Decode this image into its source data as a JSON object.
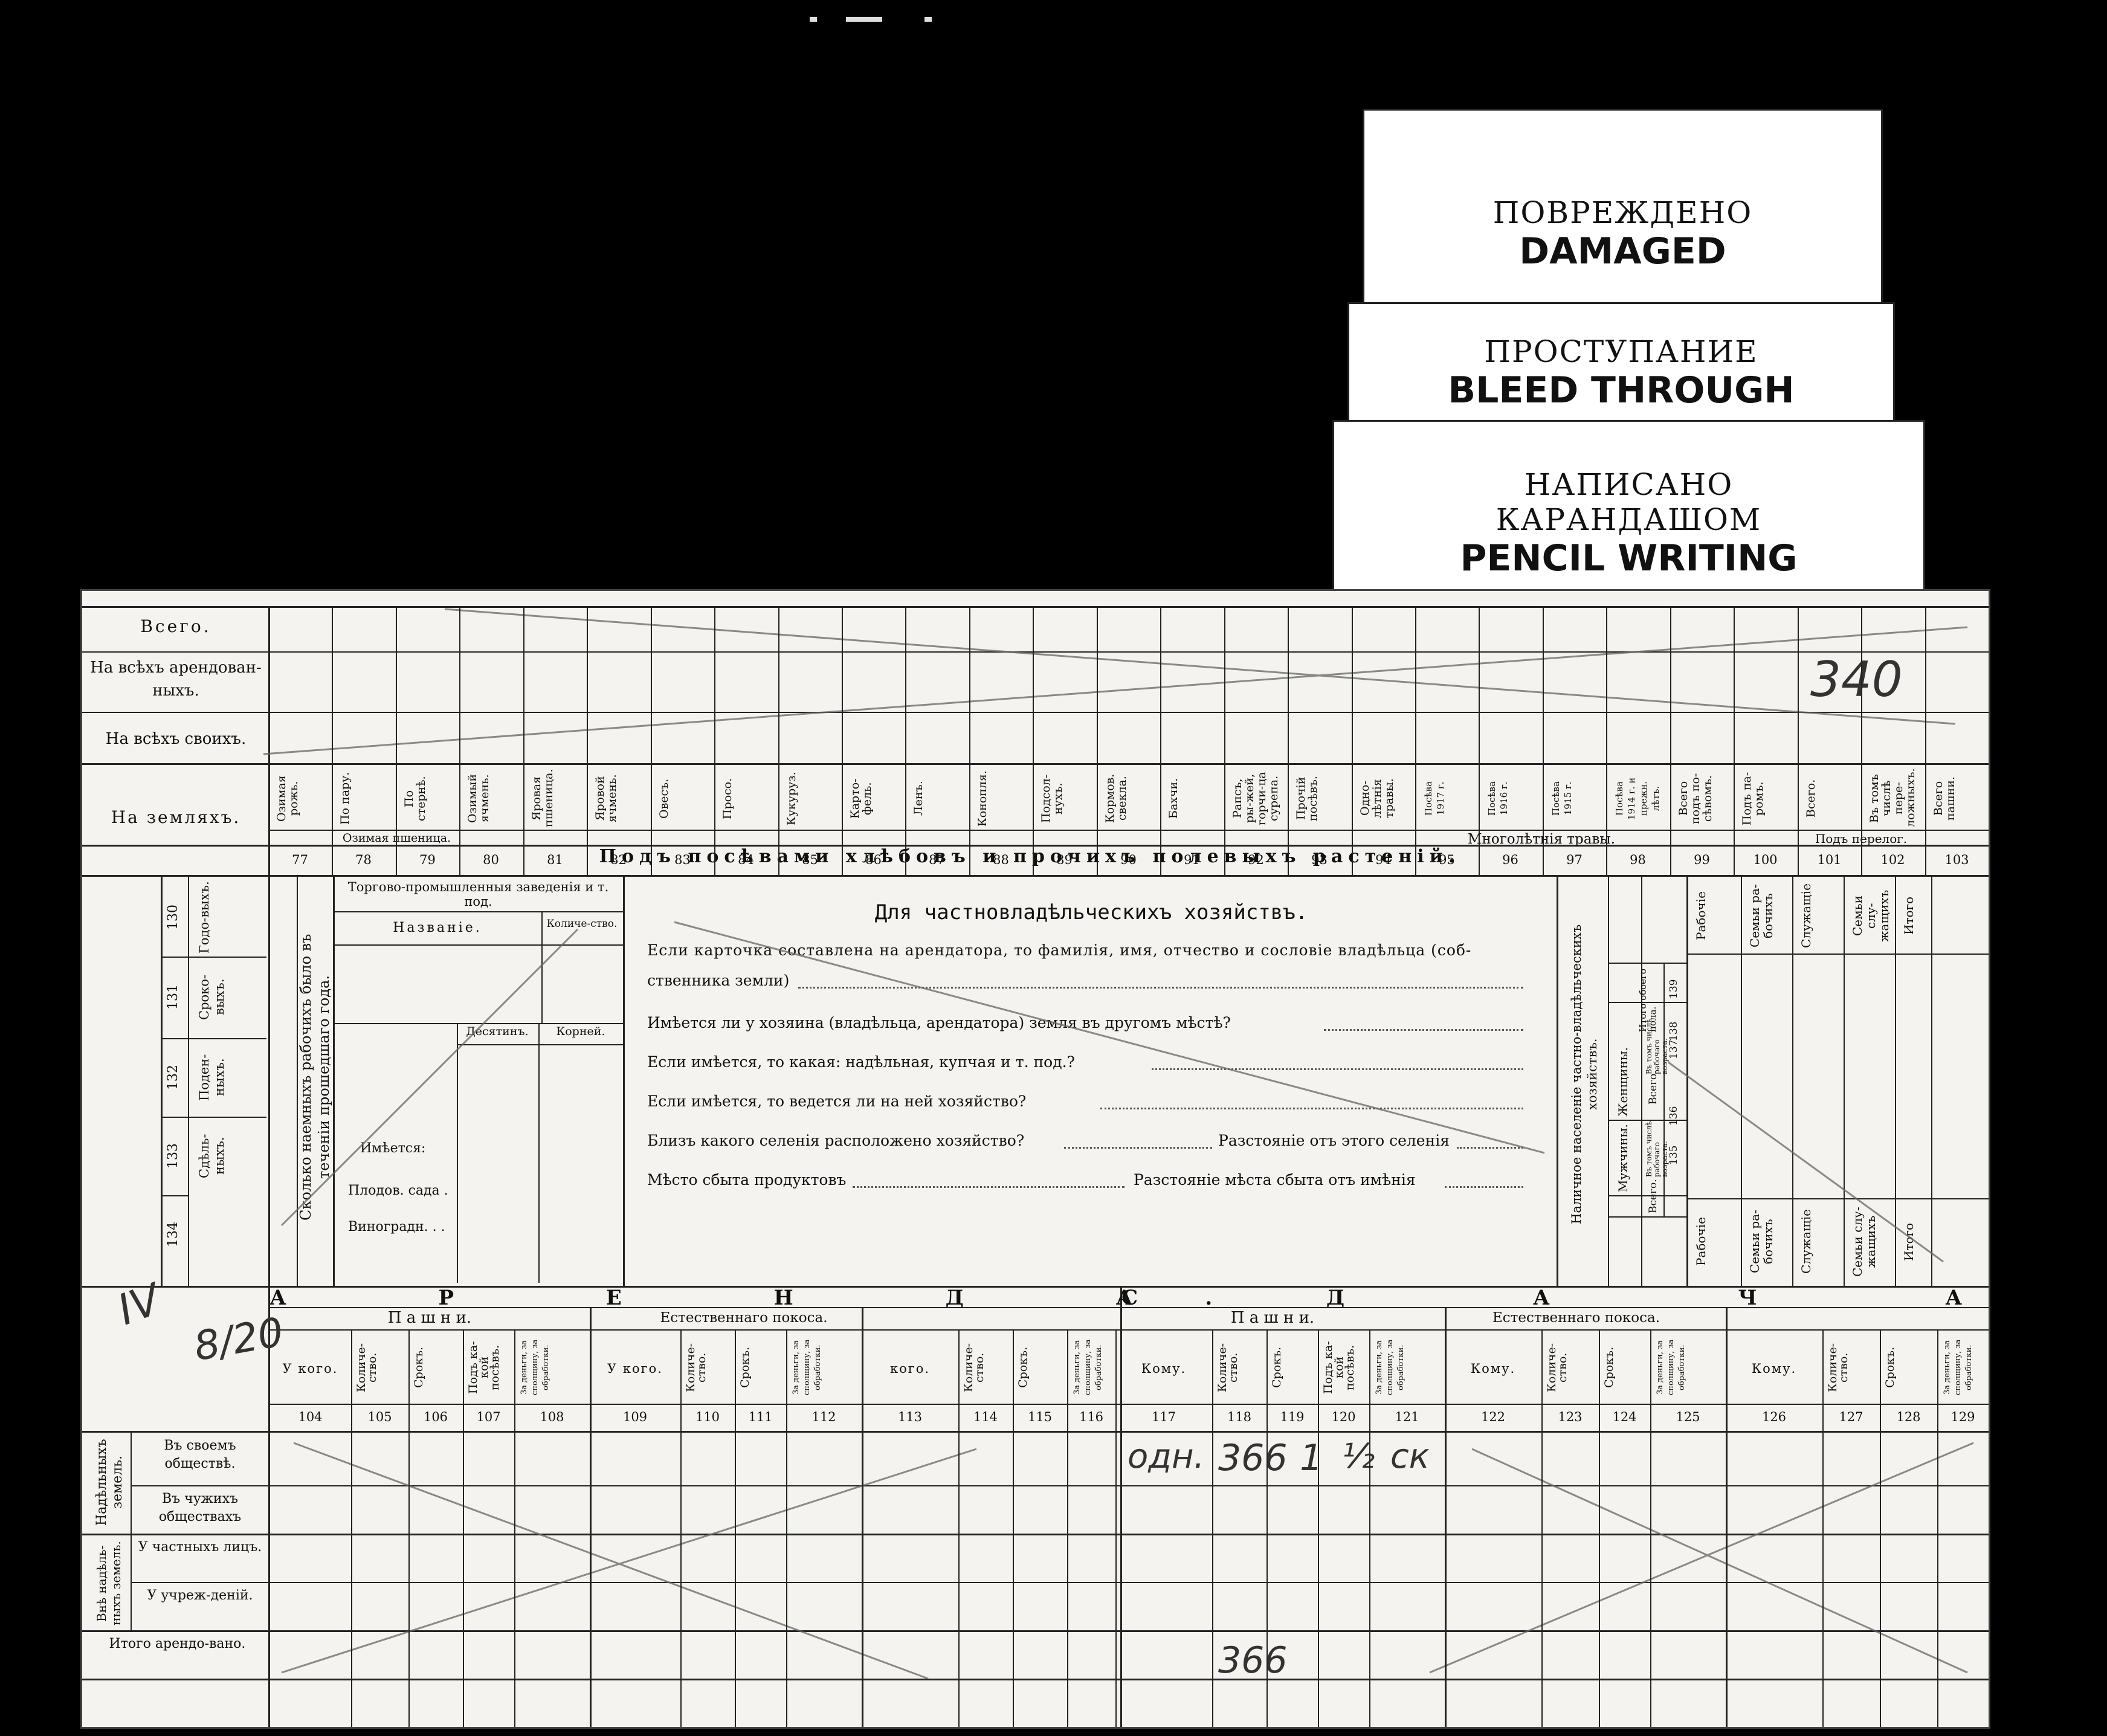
{
  "tags": [
    {
      "ru": "ПОВРЕЖДЕНО",
      "en": "DAMAGED"
    },
    {
      "ru": "ПРОСТУПАНИЕ",
      "en": "BLEED THROUGH"
    },
    {
      "ru": "НАПИСАНО",
      "ru2": "КАРАНДАШОМ",
      "en": "PENCIL WRITING"
    }
  ],
  "top": {
    "rows": [
      "Всего.",
      "На всѣхъ арендован-",
      "ныхъ.",
      "На всѣхъ своихъ.",
      "На земляхъ."
    ],
    "crop_headers": [
      "Озимая рожь.",
      "По пару.",
      "По стернѣ.",
      "Озимый ячмень.",
      "Яровая пшеница.",
      "Яровой ячмень.",
      "Овесъ.",
      "Просо.",
      "Кукуруз.",
      "Карто-фель.",
      "Ленъ.",
      "Конопля.",
      "Подсол-нухъ.",
      "Кормов. свекла.",
      "Бахчи.",
      "Рапсъ, ры-жей, горчи-ца сурепа.",
      "Прочій посѣвъ.",
      "Одно-лѣтнія травы.",
      "Посѣва 1917 г.",
      "Посѣва 1916 г.",
      "Посѣва 1915 г.",
      "Посѣва 1914 г. и прежн. лѣтъ.",
      "Всего подъ по-сѣвомъ.",
      "Подъ па-ромъ.",
      "Всего.",
      "Въ томъ числѣ пере-ложныхъ.",
      "Всего пашни."
    ],
    "ozimaya": "Озимая пшеница.",
    "mnogolet": "Многолѣтнія травы.",
    "perelog": "Подъ перелог.",
    "banner": "Подъ посѣвами хлѣбовъ и прочихъ полевыхъ растеній.",
    "numbers": [
      "77",
      "78",
      "79",
      "80",
      "81",
      "82",
      "83",
      "84",
      "85",
      "86",
      "87",
      "88",
      "89",
      "90",
      "91",
      "92",
      "93",
      "94",
      "95",
      "96",
      "97",
      "98",
      "99",
      "100",
      "101",
      "102",
      "103"
    ],
    "pencil": "340"
  },
  "middle": {
    "left_nums": [
      "130",
      "131",
      "132",
      "133",
      "134"
    ],
    "left_labels": [
      "Годо-выхъ.",
      "Сроко-выхъ.",
      "Поден-ныхъ.",
      "Сдѣль-ныхъ."
    ],
    "hired": "Сколько наемныхъ рабочихъ было въ теченіи прошедшаго года.",
    "trade_title": "Торгово-промышленныя заведенія и т. под.",
    "trade_name": "Названіе.",
    "trade_count": "Количе-ство.",
    "has": "Имѣется:",
    "desyatin": "Десятинъ.",
    "korney": "Корней.",
    "gardens": "Плодов. сада .",
    "vineyards": "Виноградн. . .",
    "title": "Для частновладѣльческихъ хозяйствъ.",
    "q1a": "Если карточка составлена на арендатора, то фамилія, имя, отчество и сословіе владѣльца (соб-",
    "q1b": "ственника земли)",
    "q2": "Имѣется ли у хозяина (владѣльца, арендатора) земля въ другомъ мѣстѣ?",
    "q3": "Если имѣется, то какая: надѣльная, купчая и т. под.?",
    "q4": "Если имѣется, то ведется ли на ней хозяйство?",
    "q5": "Близъ какого селенія расположено хозяйство?",
    "q5b": "Разстояніе отъ этого селенія",
    "q6": "Мѣсто сбыта продуктовъ",
    "q6b": "Разстояніе мѣста сбыта отъ имѣнія",
    "population": "Наличное населеніе частно-владѣльческихъ хозяйствъ.",
    "men": "Мужчины.",
    "women": "Женщины.",
    "vsego": "Всего.",
    "in_count": "Въ томъ числѣ рабочаго возраста.",
    "total_both": "Итого обоего пола.",
    "pop_nums": [
      "135",
      "136",
      "137",
      "138",
      "139"
    ],
    "right_cols": [
      "Рабочіе",
      "Семьи ра-бочихъ",
      "Служащіе",
      "Семьи слу-жащихъ",
      "Итого"
    ]
  },
  "bottom": {
    "arenda": "А Р Е Н Д А.",
    "sdacha": "С Д А Ч А.",
    "pashni": "П а ш н и.",
    "pokos": "Естественнаго покоса.",
    "col_heads": [
      "У кого.",
      "Количе-ство.",
      "Срокъ.",
      "Подъ ка-кой посѣвъ.",
      "За деньги, за сполщину, за обработки.",
      "У кого.",
      "Количе-ство.",
      "Срокъ.",
      "За деньги, за сполщину, за обработки.",
      "кого.",
      "Количе-ство.",
      "Срокъ.",
      "За деньги, за сполщину, за обработки.",
      "Кому.",
      "Количе-ство.",
      "Срокъ.",
      "Подъ ка-кой посѣвъ.",
      "За деньги, за сполщину, за обработки.",
      "Кому.",
      "Количе-ство.",
      "Срокъ.",
      "За деньги, за сполщину, за обработки.",
      "Кому.",
      "Количе-ство.",
      "Срокъ.",
      "За деньги, за сполщину, за обработки."
    ],
    "numbers": [
      "104",
      "105",
      "106",
      "107",
      "108",
      "109",
      "110",
      "111",
      "112",
      "113",
      "114",
      "115",
      "116",
      "117",
      "118",
      "119",
      "120",
      "121",
      "122",
      "123",
      "124",
      "125",
      "126",
      "127",
      "128",
      "129"
    ],
    "group1": "Надѣльныхъ земель.",
    "group2": "Внѣ надѣль-ныхъ земель.",
    "rows": [
      "Въ своемъ обществѣ.",
      "Въ чужихъ обществахъ",
      "У частныхъ лицъ.",
      "У учреж-деній.",
      "Итого арендо-вано."
    ],
    "handwriting": [
      "одн.",
      "366",
      "1",
      "½",
      "ск",
      "366"
    ]
  },
  "margin": {
    "pencil1": "IV",
    "pencil2": "8/20"
  }
}
